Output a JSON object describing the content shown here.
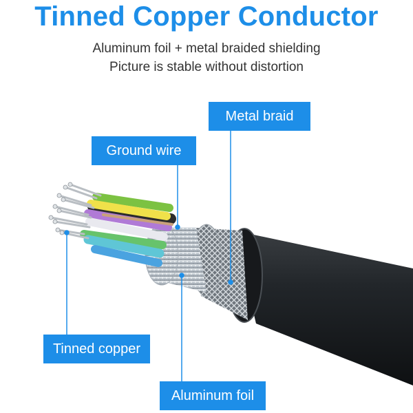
{
  "title": "Tinned Copper Conductor",
  "subtitle_lines": [
    "Aluminum foil + metal braided shielding",
    "Picture is stable without distortion"
  ],
  "callouts": {
    "metal_braid": "Metal braid",
    "ground_wire": "Ground wire",
    "tinned_copper": "Tinned copper",
    "aluminum_foil": "Aluminum foil"
  },
  "colors": {
    "accent": "#1d8ee8",
    "cable_jacket": "#1c1f22"
  }
}
